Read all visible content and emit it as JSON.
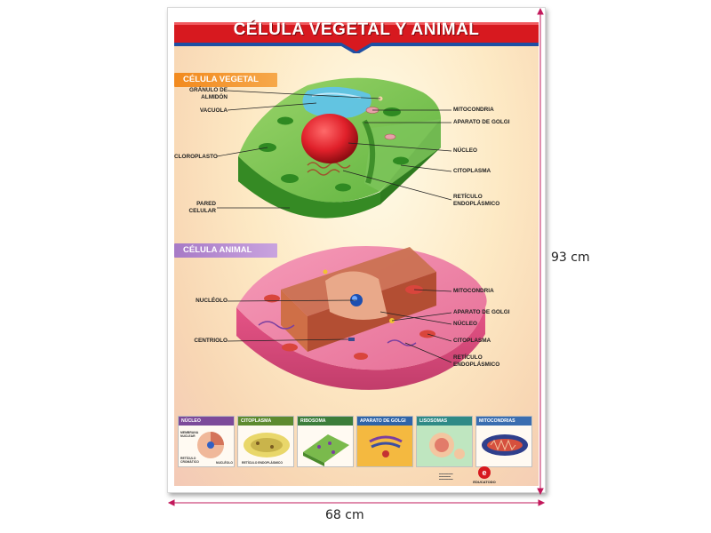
{
  "poster": {
    "title": "CÉLULA VEGETAL Y ANIMAL",
    "sections": {
      "vegetal": "CÉLULA VEGETAL",
      "animal": "CÉLULA ANIMAL"
    },
    "vegetal_labels": {
      "granulo": "GRÁNULO DE\nALMIDÓN",
      "vacuola": "VACUOLA",
      "cloroplasto": "CLOROPLASTO",
      "pared": "PARED\nCELULAR",
      "mitocondria": "MITOCONDRIA",
      "golgi": "APARATO DE GOLGI",
      "nucleo": "NÚCLEO",
      "citoplasma": "CITOPLASMA",
      "reticulo": "RETÍCULO\nENDOPLÁSMICO"
    },
    "animal_labels": {
      "nucleolo": "NUCLÉOLO",
      "centriolo": "CENTRIOLO",
      "mitocondria": "MITOCONDRIA",
      "golgi": "APARATO DE GOLGI",
      "nucleo": "NÚCLEO",
      "citoplasma": "CITOPLASMA",
      "reticulo": "RETÍCULO\nENDOPLÁSMICO"
    },
    "tiles": [
      {
        "title": "NÚCLEO",
        "color": "#7c4a9a"
      },
      {
        "title": "CITOPLASMA",
        "color": "#5d8a2f"
      },
      {
        "title": "RIBOSOMA",
        "color": "#3c7d3a"
      },
      {
        "title": "APARATO DE GOLGI",
        "color": "#2f64a8"
      },
      {
        "title": "LISOSOMAS",
        "color": "#2f8a86"
      },
      {
        "title": "MITOCONDRIAS",
        "color": "#3a6db0"
      }
    ],
    "tile_sublabels": {
      "membrana": "MEMBRANA\nNUCLEAR",
      "reticulo": "RETÍCULO\nCROMÁTICO",
      "nucleolo": "NUCLÉOLO",
      "citoplasma_sub": "RETÍCULO ENDOPLÁSMICO"
    },
    "logo": {
      "letter": "e",
      "brand": "EDUCATODO"
    }
  },
  "dimensions": {
    "width": "68 cm",
    "height": "93 cm"
  },
  "colors": {
    "title_red": "#d7191f",
    "dimension_line": "#c2185b",
    "plant_green": "#4caf3a",
    "animal_pink": "#e8608f",
    "nucleus_red": "#e0202a"
  }
}
